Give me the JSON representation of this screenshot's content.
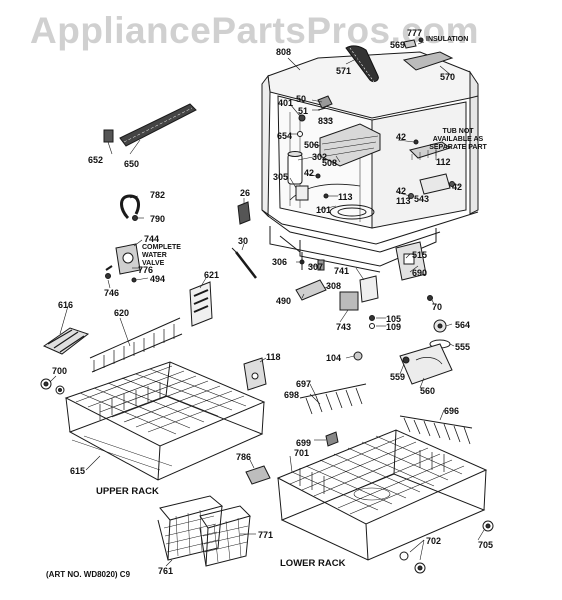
{
  "watermark": "AppliancePartsPros.com",
  "captions": {
    "upper_rack": "UPPER RACK",
    "lower_rack": "LOWER RACK",
    "art_no": "(ART NO. WD8020) C9"
  },
  "notes": {
    "complete_water_valve": [
      "COMPLETE",
      "WATER",
      "VALVE"
    ],
    "tub_note": [
      "TUB NOT",
      "AVAILABLE AS",
      "SEPARATE PART"
    ],
    "insulation_fragment": "INSULATION"
  },
  "part_numbers": {
    "p777": "777",
    "p569": "569",
    "p808": "808",
    "p571": "571",
    "p570": "570",
    "p401": "401",
    "p50": "50",
    "p51": "51",
    "p833": "833",
    "p654": "654",
    "p506": "506",
    "p302": "302",
    "p42a": "42",
    "p112": "112",
    "p508": "508",
    "p42b": "42",
    "p305": "305",
    "p42c": "42",
    "p113a": "113",
    "p42d": "42",
    "p113b": "113",
    "p543": "543",
    "p101": "101",
    "p652": "652",
    "p650": "650",
    "p782": "782",
    "p790": "790",
    "p26": "26",
    "p744": "744",
    "p776": "776",
    "p494": "494",
    "p746": "746",
    "p30": "30",
    "p306": "306",
    "p307": "307",
    "p741": "741",
    "p515": "515",
    "p690": "690",
    "p308": "308",
    "p490": "490",
    "p621": "621",
    "p616": "616",
    "p620": "620",
    "p70": "70",
    "p105": "105",
    "p109": "109",
    "p743": "743",
    "p564": "564",
    "p555": "555",
    "p118": "118",
    "p104": "104",
    "p559": "559",
    "p560": "560",
    "p700": "700",
    "p697": "697",
    "p698": "698",
    "p696": "696",
    "p699": "699",
    "p615": "615",
    "p786": "786",
    "p701": "701",
    "p771": "771",
    "p702": "702",
    "p705": "705",
    "p761": "761"
  }
}
